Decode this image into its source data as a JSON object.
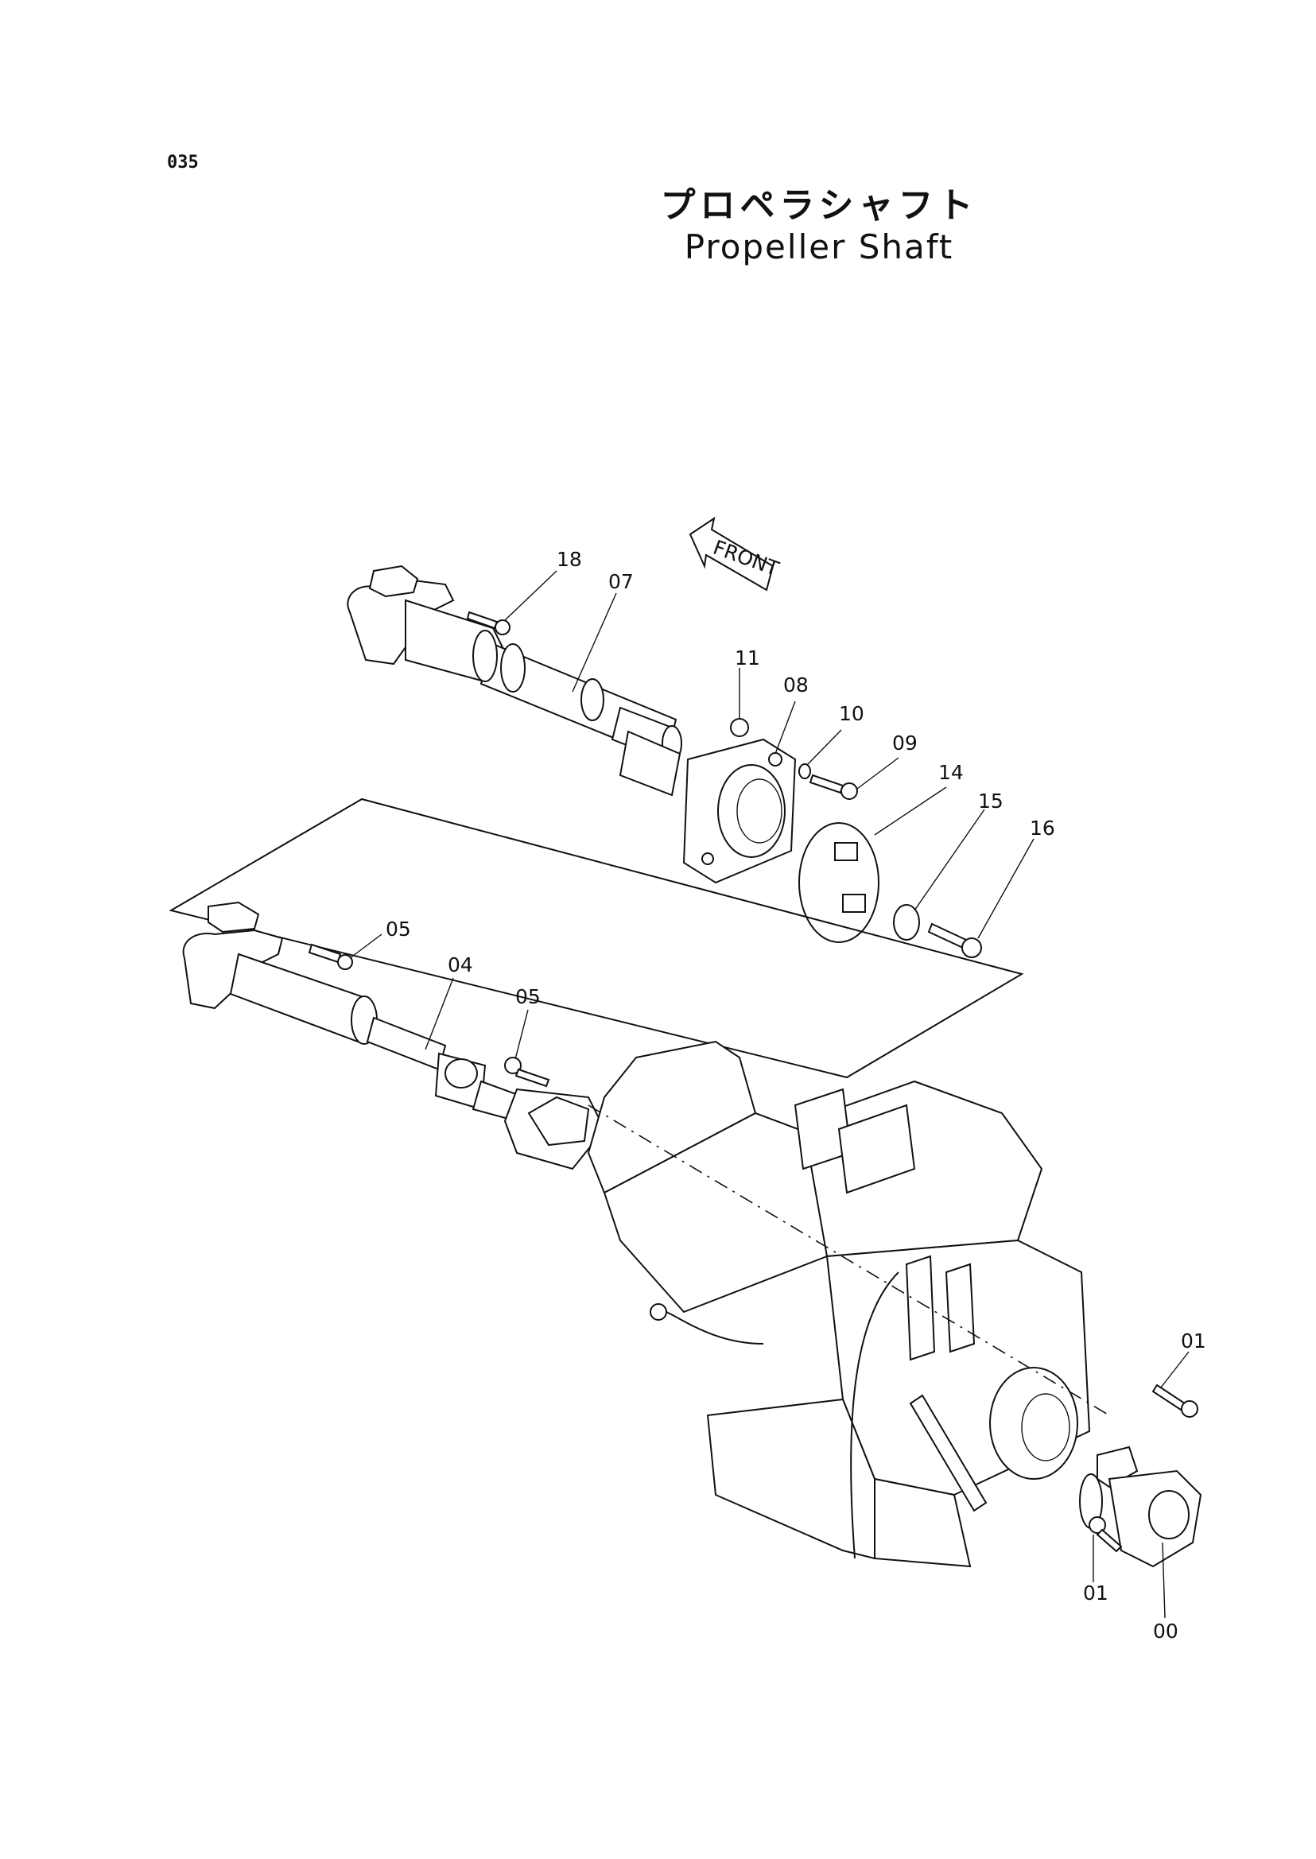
{
  "page": {
    "number": "035"
  },
  "title": {
    "japanese": "プロペラシャフト",
    "english": "Propeller Shaft"
  },
  "front_tag": "FRONT",
  "callouts": {
    "c18": "18",
    "c07": "07",
    "c11": "11",
    "c08": "08",
    "c10": "10",
    "c09": "09",
    "c14": "14",
    "c15": "15",
    "c16": "16",
    "c05a": "05",
    "c04": "04",
    "c05b": "05",
    "c01a": "01",
    "c01b": "01",
    "c00": "00"
  }
}
